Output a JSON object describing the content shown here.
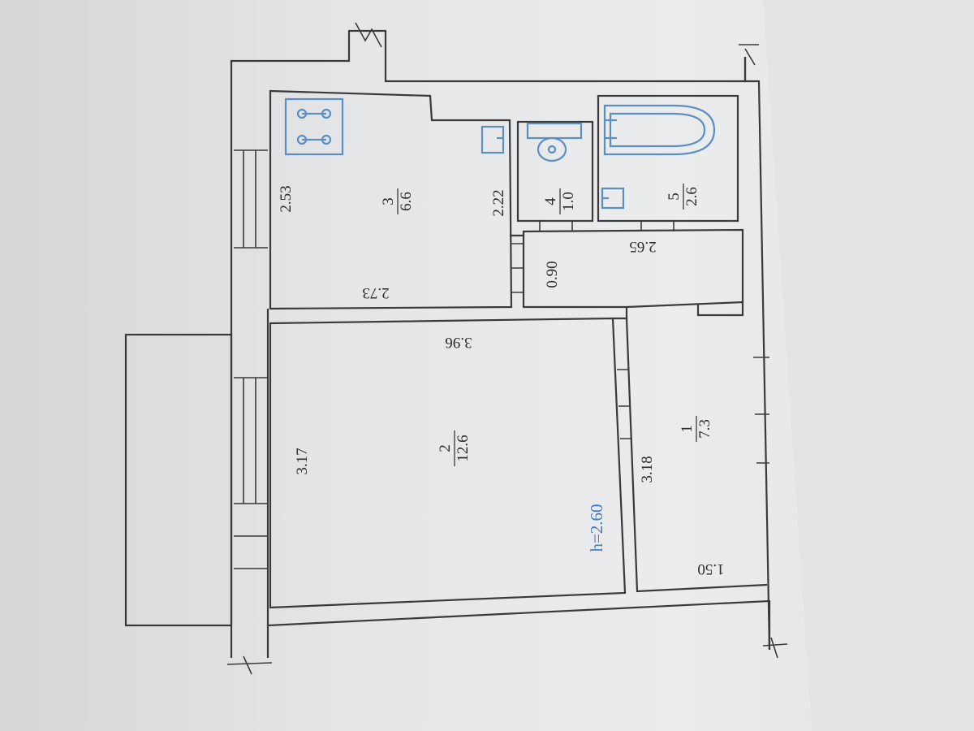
{
  "plan": {
    "ceiling_height": "h=2.60",
    "rooms": [
      {
        "number": "1",
        "area": "7.3"
      },
      {
        "number": "2",
        "area": "12.6"
      },
      {
        "number": "3",
        "area": "6.6"
      },
      {
        "number": "4",
        "area": "1.0"
      },
      {
        "number": "5",
        "area": "2.6"
      }
    ],
    "dimensions": {
      "kitchen_left": "2.53",
      "kitchen_bottom": "2.73",
      "kitchen_right": "2.22",
      "room_top": "3.96",
      "room_left": "3.17",
      "hall_left": "3.18",
      "hall_bottom": "1.50",
      "corridor_width": "0.90",
      "bath_bottom": "2.65"
    }
  },
  "colors": {
    "walls": "#3a3a3a",
    "fixtures": "#5b8fc4",
    "paper": "#e8e9ea"
  }
}
